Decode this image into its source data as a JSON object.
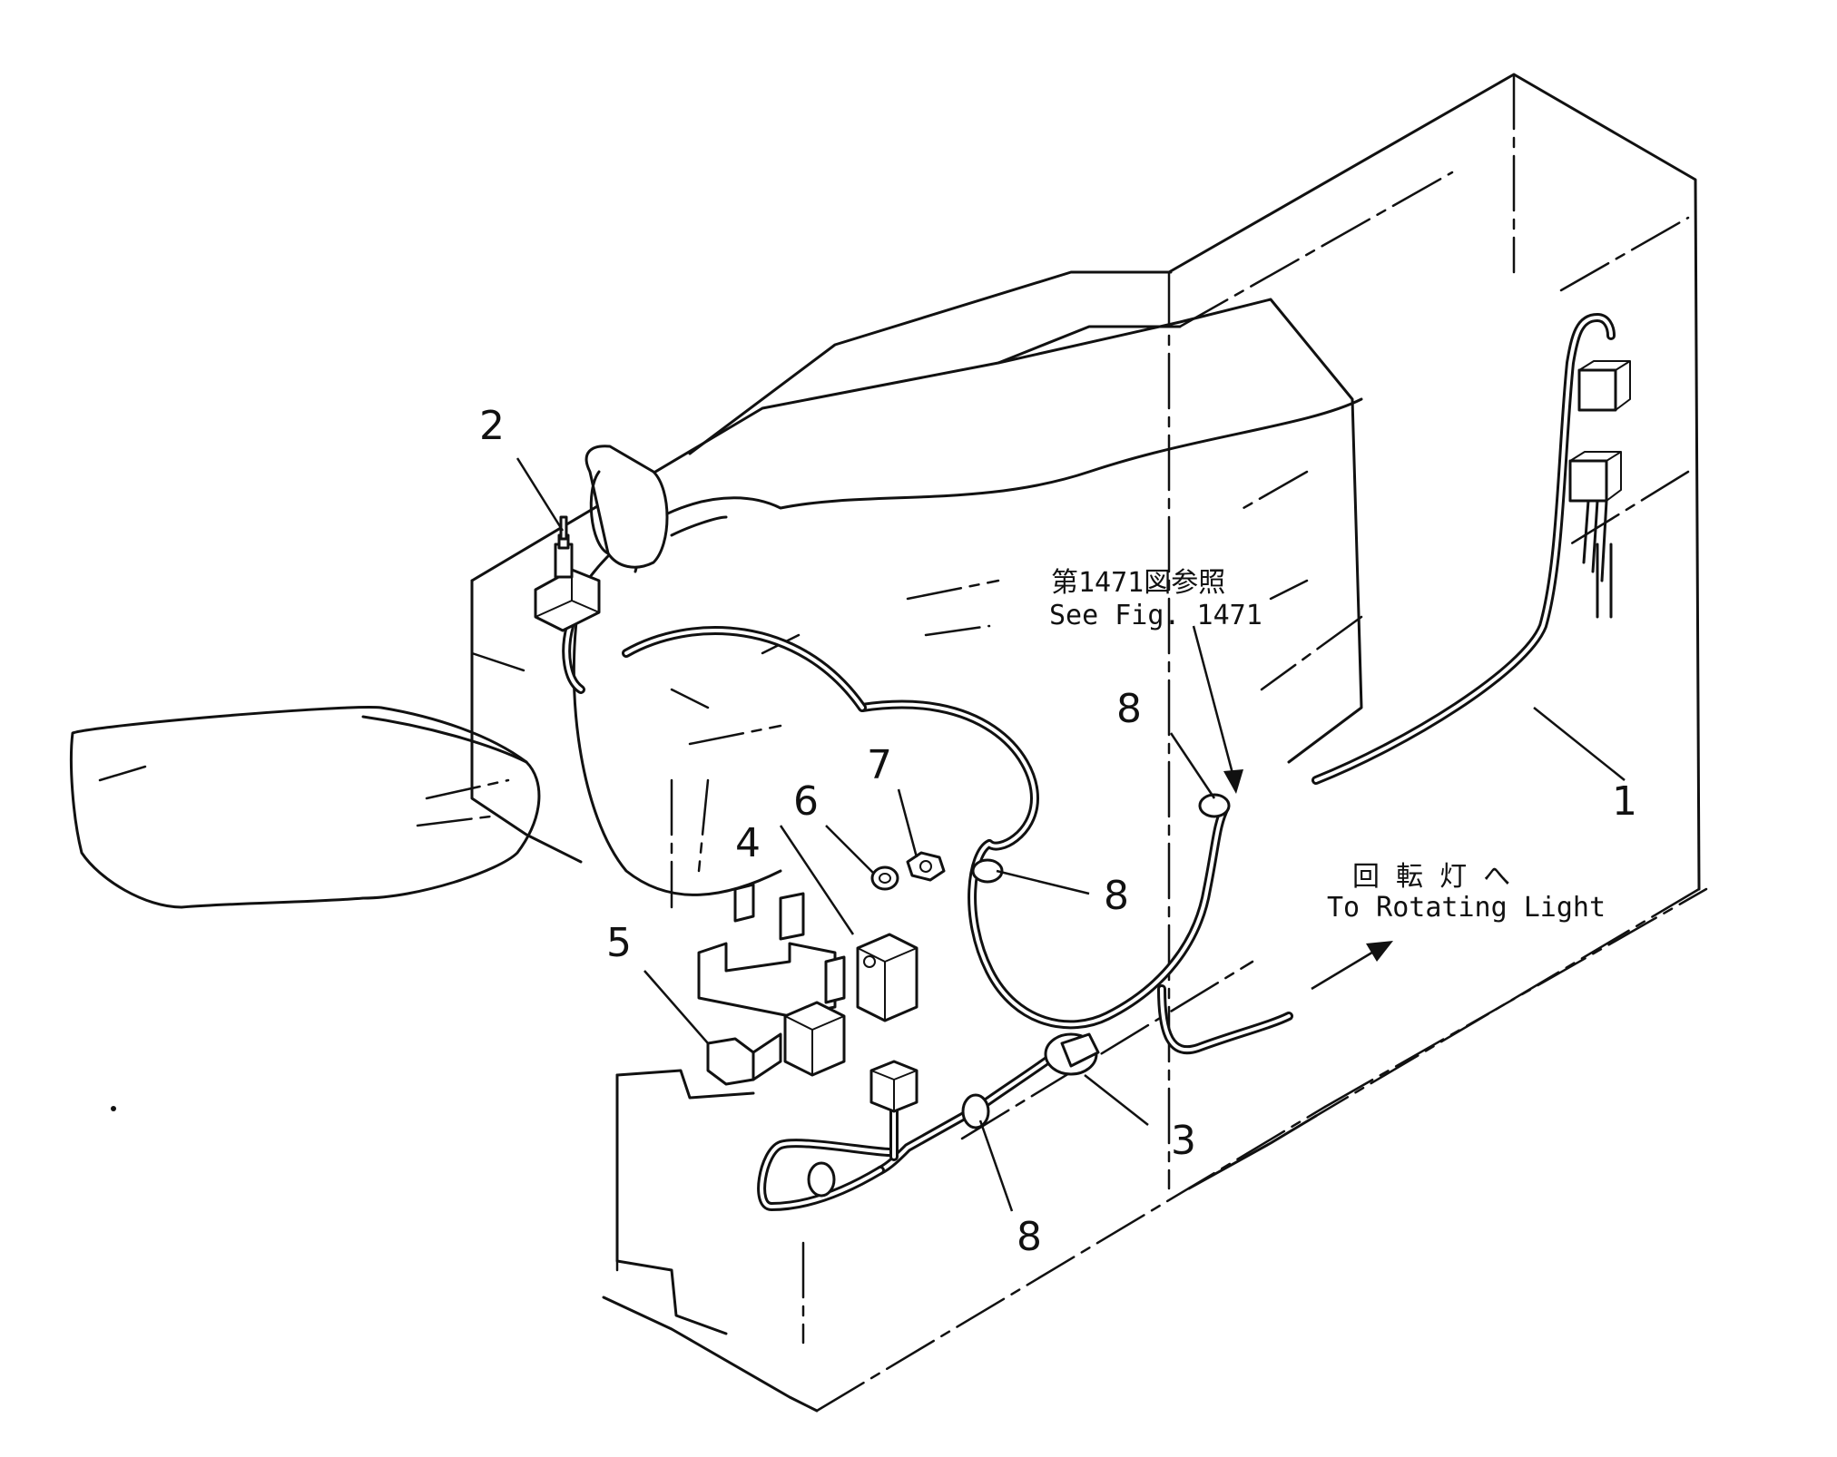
{
  "callouts": {
    "c1": "1",
    "c2": "2",
    "c3": "3",
    "c4": "4",
    "c5": "5",
    "c6": "6",
    "c7": "7",
    "c8a": "8",
    "c8b": "8",
    "c8c": "8"
  },
  "notes": {
    "see_fig_jp": "第1471図参照",
    "see_fig_en": "See Fig. 1471",
    "to_light_jp": "回 転 灯 へ",
    "to_light_en": "To Rotating Light"
  }
}
